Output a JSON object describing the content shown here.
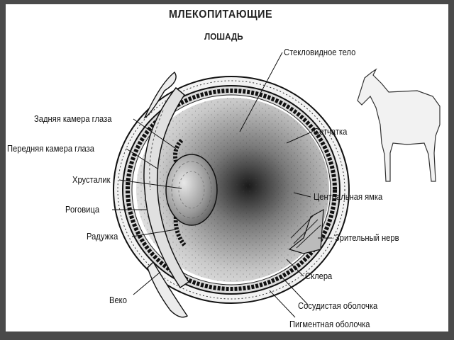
{
  "title": "МЛЕКОПИТАЮЩИЕ",
  "subtitle": "ЛОШАДЬ",
  "labels": {
    "vitreous": "Стекловидное тело",
    "posterior_chamber": "Задняя камера глаза",
    "retina": "Сетчатка",
    "anterior_chamber": "Передняя камера глаза",
    "lens": "Хрусталик",
    "fovea": "Центральная ямка",
    "cornea": "Роговица",
    "optic_nerve": "Зрительный нерв",
    "iris": "Радужка",
    "sclera": "Склера",
    "eyelid": "Веко",
    "choroid": "Сосудистая оболочка",
    "pigment": "Пигментная оболочка"
  },
  "icons": [
    "eye-cross-section-illustration",
    "horse-silhouette-icon"
  ]
}
